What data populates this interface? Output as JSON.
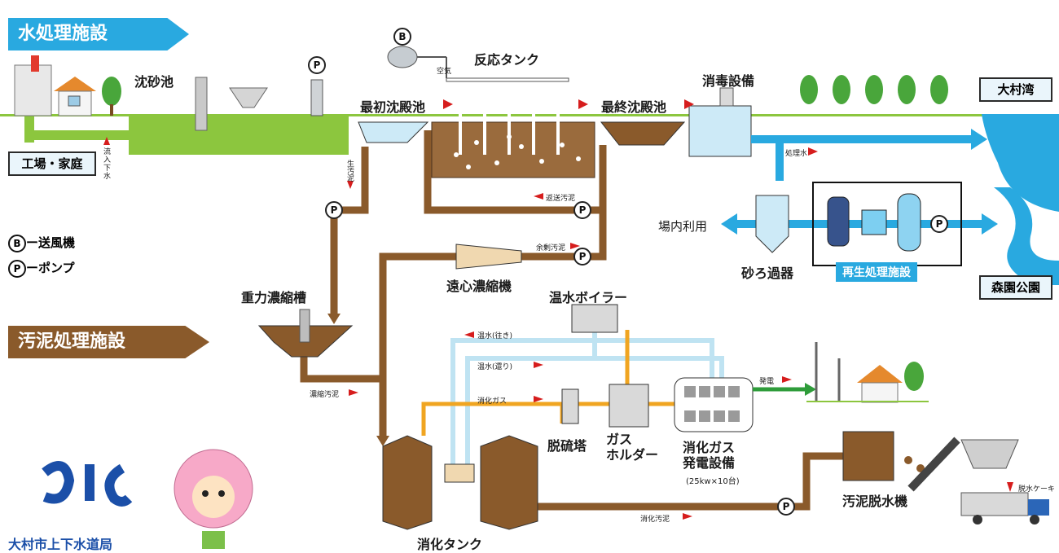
{
  "sections": {
    "water": "水処理施設",
    "sludge": "汚泥処理施設"
  },
  "sources": {
    "factory_home": "工場・家庭",
    "inflow": "流入下水"
  },
  "outlets": {
    "bay": "大村湾",
    "park": "森園公園"
  },
  "units": {
    "grit_chamber": "沈砂池",
    "primary": "最初沈殿池",
    "reaction_tank": "反応タンク",
    "final": "最終沈殿池",
    "disinfection": "消毒設備",
    "sand_filter": "砂ろ過器",
    "reclaim": "再生処理施設",
    "onsite_use": "場内利用",
    "gravity_thickener": "重力濃縮槽",
    "centrifugal_thickener": "遠心濃縮機",
    "boiler": "温水ボイラー",
    "desulfurization": "脱硫塔",
    "gas_holder": "ガス\nホルダー",
    "digestion_gas_power": "消化ガス\n発電設備",
    "power_spec": "(25kw×10台)",
    "dewatering": "汚泥脱水機",
    "digestion_tank": "消化タンク"
  },
  "flows": {
    "air": "空気",
    "treated": "処理水",
    "raw_sludge": "生汚泥",
    "return_sludge": "返送汚泥",
    "excess_sludge": "余剰汚泥",
    "thickened_sludge": "濃縮汚泥",
    "hot_water_out": "温水(往き)",
    "hot_water_back": "温水(還り)",
    "digestion_gas": "消化ガス",
    "power": "発電",
    "digested_sludge": "消化汚泥",
    "cake": "脱水ケーキ"
  },
  "legend": {
    "blower": "B",
    "blower_text": "ー送風機",
    "pump": "P",
    "pump_text": "ーポンプ"
  },
  "org": "大村市上下水道局",
  "colors": {
    "water_section": "#29a9e0",
    "sludge_section": "#8a5a2b",
    "green_water": "#8cc63e",
    "sludge_pipe": "#8a5a2b",
    "blue_pipe": "#29a9e0",
    "gas_pipe": "#f0a521",
    "hot_water_pipe": "#bfe3f2",
    "power_line": "#2e9c3a",
    "flow_arrow": "#d61d1d"
  }
}
